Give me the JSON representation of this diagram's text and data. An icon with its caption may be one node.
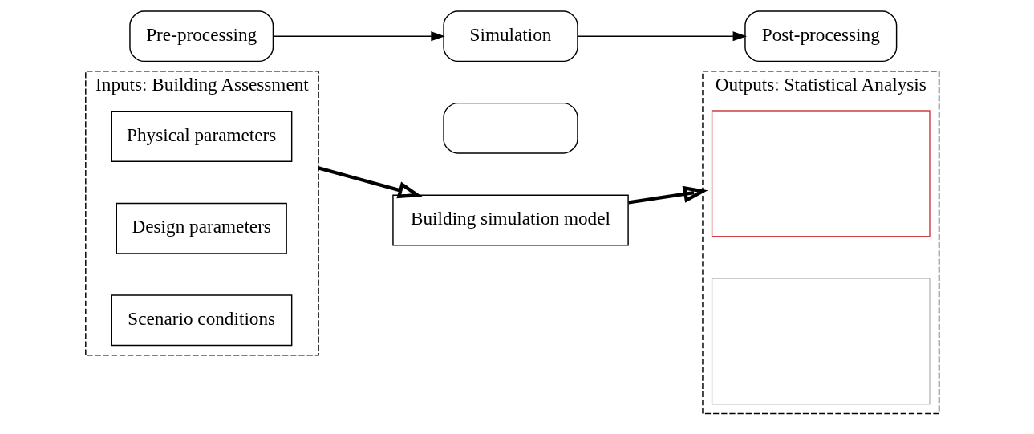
{
  "diagram": {
    "nodes": [
      {
        "text": [
          "Pre-processing"
        ]
      },
      {
        "text": [
          "Simulation"
        ]
      },
      {
        "text": [
          "Post-processing"
        ]
      },
      {
        "text": [
          "Inputs: Building Assessment"
        ]
      },
      {
        "text": [
          "Physical parameters"
        ],
        "in": 3
      },
      {
        "text": [
          "Design parameters"
        ],
        "in": 3
      },
      {
        "text": [
          "Scenario conditions"
        ],
        "in": 3
      },
      {
        "text": [],
        "shape": "box"
      },
      {
        "text": [
          "Building simulation model"
        ]
      },
      {
        "text": [
          "Outputs: Statistical Analysis"
        ]
      },
      {
        "text": [],
        "shape": "box",
        "in": 9
      },
      {
        "text": [],
        "shape": "box",
        "in": 9
      }
    ],
    "edges": [
      {
        "from": 0,
        "to": 1,
        "arrow": "to"
      },
      {
        "from": 1,
        "to": 2,
        "arrow": "to"
      },
      {
        "from": 3,
        "to": 8,
        "arrow": "to",
        "style": "thick"
      },
      {
        "from": 8,
        "to": 9,
        "arrow": "to",
        "style": "thick"
      }
    ]
  }
}
